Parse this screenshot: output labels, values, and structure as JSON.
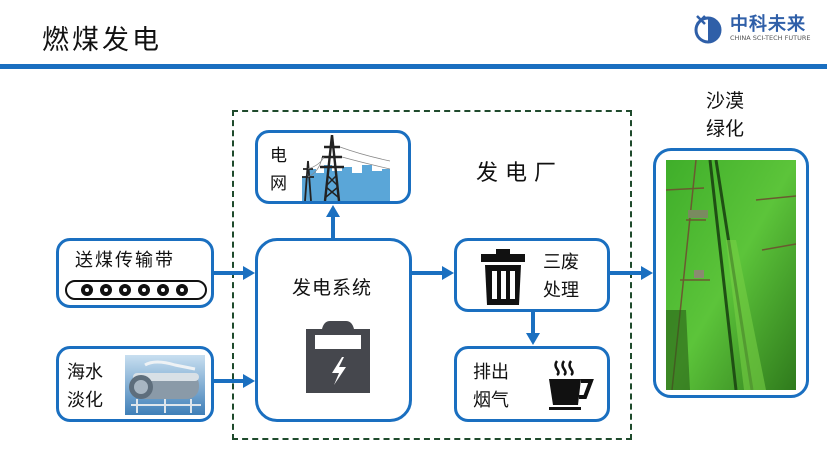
{
  "header": {
    "title": "燃煤发电",
    "logo_cn": "中科未来",
    "logo_en": "CHINA SCI-TECH FUTURE"
  },
  "plant": {
    "label": "发 电 厂"
  },
  "nodes": {
    "grid": {
      "label_line1": "电",
      "label_line2": "网",
      "icon": "power-tower-icon"
    },
    "conveyor": {
      "label": "送煤传输带",
      "icon": "conveyor-belt-icon"
    },
    "desalination": {
      "label_line1": "海水",
      "label_line2": "淡化",
      "icon": "desalination-plant-image"
    },
    "power_system": {
      "label": "发电系统",
      "icon": "battery-charge-icon"
    },
    "waste": {
      "label_line1": "三废",
      "label_line2": "处理",
      "icon": "trash-bin-icon"
    },
    "exhaust": {
      "label_line1": "排出",
      "label_line2": "烟气",
      "icon": "steaming-cup-icon"
    },
    "greening": {
      "label_line1": "沙漠",
      "label_line2": "绿化",
      "icon": "green-field-image"
    }
  },
  "colors": {
    "accent": "#1a6fc0",
    "dashed_border": "#1f4a2c",
    "icon_dark": "#45474d"
  }
}
